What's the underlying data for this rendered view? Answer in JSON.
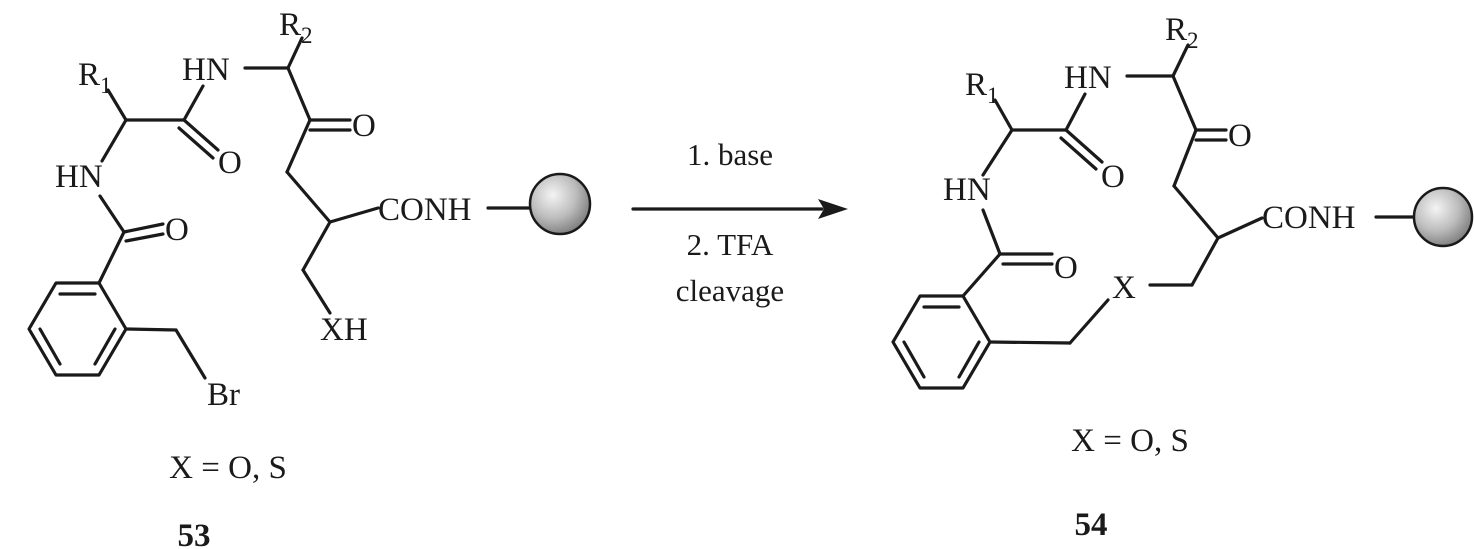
{
  "reactant": {
    "r1": "R",
    "r1_sub": "1",
    "r2": "R",
    "r2_sub": "2",
    "nh_top": "HN",
    "nh_left": "HN",
    "o_amide1": "O",
    "o_ketone": "O",
    "o_benzamide": "O",
    "conh": "CONH",
    "xh": "XH",
    "br": "Br",
    "note": "X = O, S",
    "compound_number": "53"
  },
  "conditions": {
    "step1": "1. base",
    "step2": "2. TFA",
    "step2_cont": "cleavage"
  },
  "product": {
    "r1": "R",
    "r1_sub": "1",
    "r2": "R",
    "r2_sub": "2",
    "nh_top": "HN",
    "nh_left": "HN",
    "o_amide1": "O",
    "o_ketone": "O",
    "o_benzamide": "O",
    "conh": "CONH",
    "x": "X",
    "note": "X = O, S",
    "compound_number": "54"
  },
  "colors": {
    "ink": "#1a1a1a",
    "bead_light": "#f4f4f4",
    "bead_dark": "#7a7a7a"
  },
  "icons": {
    "resin": "resin-bead-icon",
    "arrow": "reaction-arrow-icon"
  }
}
